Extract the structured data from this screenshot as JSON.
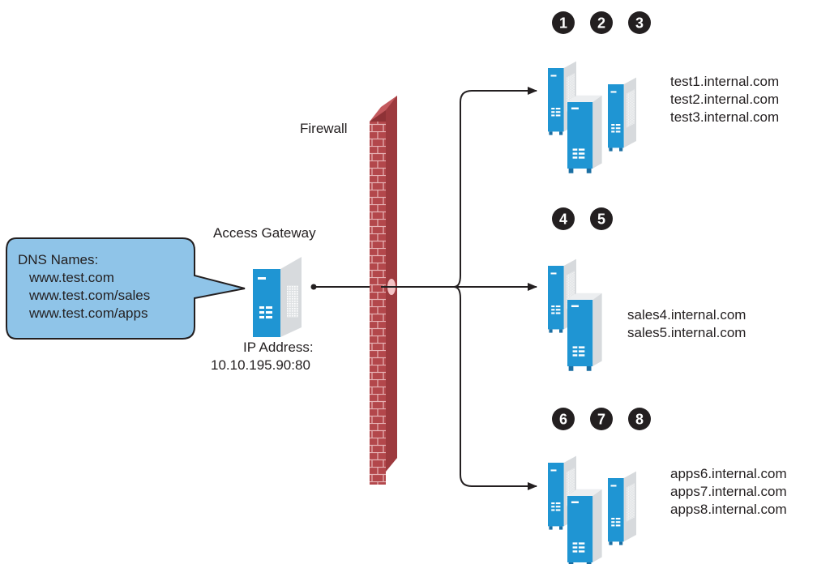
{
  "firewall_label": "Firewall",
  "gateway": {
    "title": "Access Gateway",
    "ip_label": "IP Address:",
    "ip_value": "10.10.195.90:80"
  },
  "dns_callout": {
    "title": "DNS Names:",
    "names": [
      "www.test.com",
      "www.test.com/sales",
      "www.test.com/apps"
    ]
  },
  "groups": [
    {
      "badges": [
        "1",
        "2",
        "3"
      ],
      "hosts": [
        "test1.internal.com",
        "test2.internal.com",
        "test3.internal.com"
      ]
    },
    {
      "badges": [
        "4",
        "5"
      ],
      "hosts": [
        "sales4.internal.com",
        "sales5.internal.com"
      ]
    },
    {
      "badges": [
        "6",
        "7",
        "8"
      ],
      "hosts": [
        "apps6.internal.com",
        "apps7.internal.com",
        "apps8.internal.com"
      ]
    }
  ],
  "colors": {
    "server_blue": "#1f95d3",
    "server_side": "#d5d8db",
    "brick": "#b3474b",
    "mortar": "#e6b3b5",
    "callout_fill": "#8fc4e8",
    "badge": "#231f20"
  }
}
